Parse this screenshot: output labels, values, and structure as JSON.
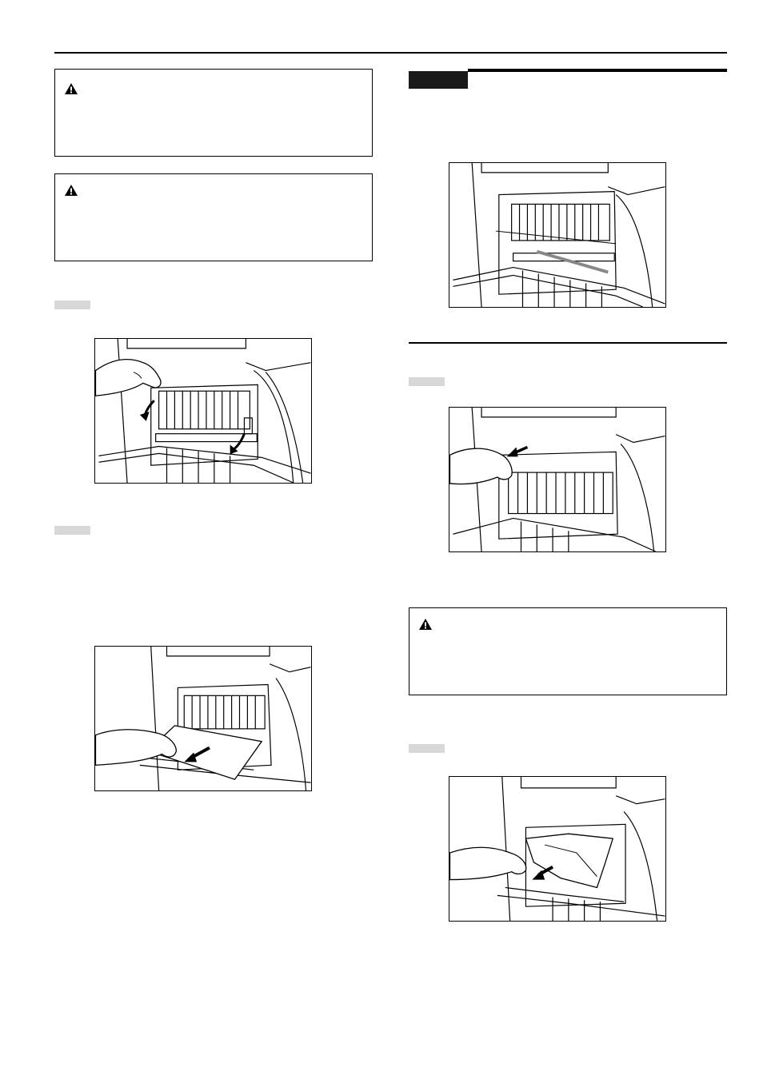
{
  "page": {
    "icons": {
      "warning": "warning-triangle-icon",
      "arrow": "arrow-icon",
      "hand": "hand-icon"
    },
    "colors": {
      "ink": "#000000",
      "step_tab": "#d8d8d8",
      "note_header": "#1a1a1a"
    }
  },
  "figures": [
    {
      "id": "open-fuser-cover",
      "depicts": [
        "hand",
        "fuser-cover",
        "two-arrows"
      ]
    },
    {
      "id": "remove-jammed-paper-left",
      "depicts": [
        "hand",
        "paper-sheet",
        "arrow"
      ]
    },
    {
      "id": "fuser-thin-wire",
      "depicts": [
        "fuser-unit",
        "wire"
      ]
    },
    {
      "id": "pull-fuser-unit",
      "depicts": [
        "hand",
        "fuser-unit",
        "arrow"
      ]
    },
    {
      "id": "remove-jammed-paper-right",
      "depicts": [
        "hand",
        "crumpled-paper",
        "arrow"
      ]
    }
  ]
}
